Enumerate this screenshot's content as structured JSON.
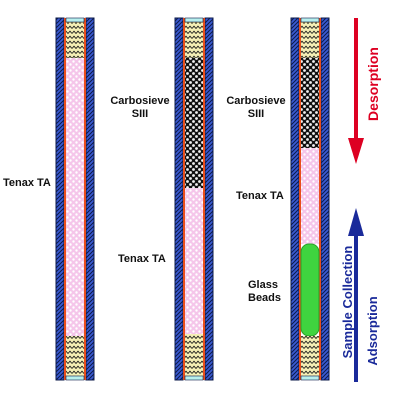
{
  "tubes": [
    {
      "name": "tube-1",
      "packing": [
        "glass-wool",
        "tenax-ta",
        "glass-wool"
      ],
      "labels": [
        {
          "lines": [
            "Tenax TA"
          ]
        }
      ]
    },
    {
      "name": "tube-2",
      "packing": [
        "glass-wool",
        "carbosieve-siii",
        "tenax-ta",
        "glass-wool"
      ],
      "labels": [
        {
          "lines": [
            "Carbosieve",
            "SIII"
          ]
        },
        {
          "lines": [
            "Tenax TA"
          ]
        }
      ]
    },
    {
      "name": "tube-3",
      "packing": [
        "glass-wool",
        "carbosieve-siii",
        "tenax-ta",
        "glass-beads",
        "glass-wool"
      ],
      "labels": [
        {
          "lines": [
            "Carbosieve",
            "SIII"
          ]
        },
        {
          "lines": [
            "Tenax TA"
          ]
        },
        {
          "lines": [
            "Glass",
            "Beads"
          ]
        }
      ]
    }
  ],
  "flow": {
    "desorption": {
      "label": "Desorption",
      "direction": "down",
      "color": "#dd0022"
    },
    "adsorption": {
      "lines": [
        "Sample Collection",
        "Adsorption"
      ],
      "direction": "up",
      "color": "#1a2a9a"
    }
  },
  "colors": {
    "tube_wall": "#3a5ad2",
    "inner_lining": "#e84e1b",
    "tenax": "#f5c6ea",
    "carbosieve": "#1a1a1a",
    "glass_beads": "#3fd43f",
    "glass_wool": "#f4efb5",
    "tube_end": "#b8f0ee"
  }
}
